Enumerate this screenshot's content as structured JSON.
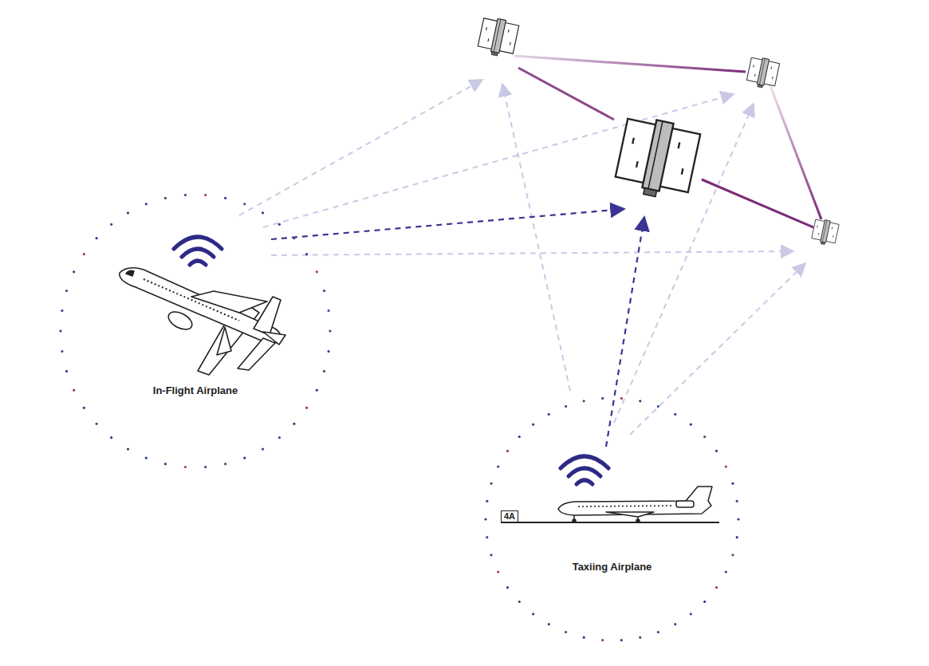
{
  "diagram": {
    "nodes": [
      {
        "text": [
          "In-Flight Airplane"
        ]
      },
      {
        "text": [
          "Taxiing Airplane"
        ]
      },
      {
        "text": [
          "4A"
        ],
        "in": 1
      }
    ]
  }
}
